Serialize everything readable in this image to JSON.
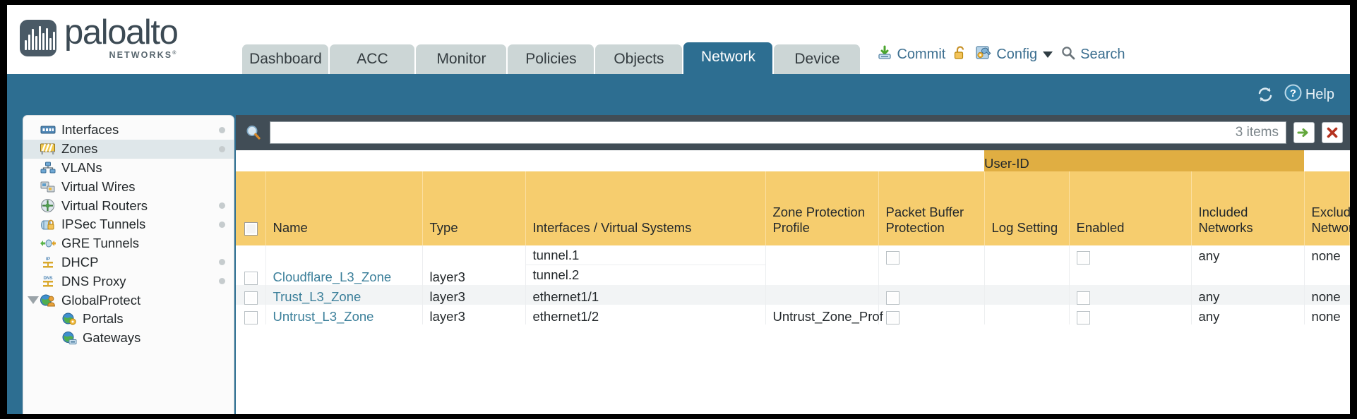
{
  "header": {
    "brand": {
      "name": "paloalto",
      "tagline": "NETWORKS",
      "reg": "®"
    },
    "tabs": [
      {
        "label": "Dashboard",
        "active": false,
        "width": 122
      },
      {
        "label": "ACC",
        "active": false,
        "width": 120
      },
      {
        "label": "Monitor",
        "active": false,
        "width": 128
      },
      {
        "label": "Policies",
        "active": false,
        "width": 122
      },
      {
        "label": "Objects",
        "active": false,
        "width": 123
      },
      {
        "label": "Network",
        "active": true,
        "width": 126
      },
      {
        "label": "Device",
        "active": false,
        "width": 122
      }
    ],
    "actions": {
      "commit": "Commit",
      "lock": "",
      "config": "Config",
      "search": "Search"
    }
  },
  "toolbar": {
    "refresh_label": "",
    "help_label": "Help"
  },
  "sidebar": {
    "items": [
      {
        "label": "Interfaces",
        "icon": "interfaces-icon",
        "selected": false,
        "dot": true,
        "child": false,
        "expander": false
      },
      {
        "label": "Zones",
        "icon": "zones-icon",
        "selected": true,
        "dot": true,
        "child": false,
        "expander": false
      },
      {
        "label": "VLANs",
        "icon": "vlans-icon",
        "selected": false,
        "dot": false,
        "child": false,
        "expander": false
      },
      {
        "label": "Virtual Wires",
        "icon": "virtual-wires-icon",
        "selected": false,
        "dot": false,
        "child": false,
        "expander": false
      },
      {
        "label": "Virtual Routers",
        "icon": "virtual-routers-icon",
        "selected": false,
        "dot": true,
        "child": false,
        "expander": false
      },
      {
        "label": "IPSec Tunnels",
        "icon": "ipsec-tunnels-icon",
        "selected": false,
        "dot": true,
        "child": false,
        "expander": false
      },
      {
        "label": "GRE Tunnels",
        "icon": "gre-tunnels-icon",
        "selected": false,
        "dot": false,
        "child": false,
        "expander": false
      },
      {
        "label": "DHCP",
        "icon": "dhcp-icon",
        "selected": false,
        "dot": true,
        "child": false,
        "expander": false
      },
      {
        "label": "DNS Proxy",
        "icon": "dns-proxy-icon",
        "selected": false,
        "dot": true,
        "child": false,
        "expander": false
      },
      {
        "label": "GlobalProtect",
        "icon": "globalprotect-icon",
        "selected": false,
        "dot": false,
        "child": false,
        "expander": true
      },
      {
        "label": "Portals",
        "icon": "portals-icon",
        "selected": false,
        "dot": false,
        "child": true,
        "expander": false
      },
      {
        "label": "Gateways",
        "icon": "gateways-icon",
        "selected": false,
        "dot": false,
        "child": true,
        "expander": false
      }
    ]
  },
  "filter": {
    "value": "",
    "placeholder": "",
    "item_count": "3 items",
    "apply_label": "",
    "clear_label": ""
  },
  "table": {
    "group_header": "User-ID",
    "columns": [
      "Name",
      "Type",
      "Interfaces / Virtual Systems",
      "Zone Protection Profile",
      "Packet Buffer Protection",
      "Log Setting",
      "Enabled",
      "Included Networks",
      "Excluded Networks"
    ],
    "rows": [
      {
        "name": "Cloudflare_L3_Zone",
        "type": "layer3",
        "interfaces": [
          "tunnel.1",
          "tunnel.2"
        ],
        "zone_protection_profile": "",
        "packet_buffer_protection": false,
        "log_setting": "",
        "userid_enabled": false,
        "included_networks": "any",
        "excluded_networks": "none"
      },
      {
        "name": "Trust_L3_Zone",
        "type": "layer3",
        "interfaces": [
          "ethernet1/1"
        ],
        "zone_protection_profile": "",
        "packet_buffer_protection": false,
        "log_setting": "",
        "userid_enabled": false,
        "included_networks": "any",
        "excluded_networks": "none"
      },
      {
        "name": "Untrust_L3_Zone",
        "type": "layer3",
        "interfaces": [
          "ethernet1/2"
        ],
        "zone_protection_profile": "Untrust_Zone_Prof",
        "packet_buffer_protection": false,
        "log_setting": "",
        "userid_enabled": false,
        "included_networks": "any",
        "excluded_networks": "none"
      }
    ]
  },
  "colors": {
    "brand_blue": "#2d6e91",
    "header_amber": "#f6cd6e",
    "group_amber": "#e0ae42",
    "link_blue": "#3b7f9a",
    "filter_dark": "#414d56"
  }
}
